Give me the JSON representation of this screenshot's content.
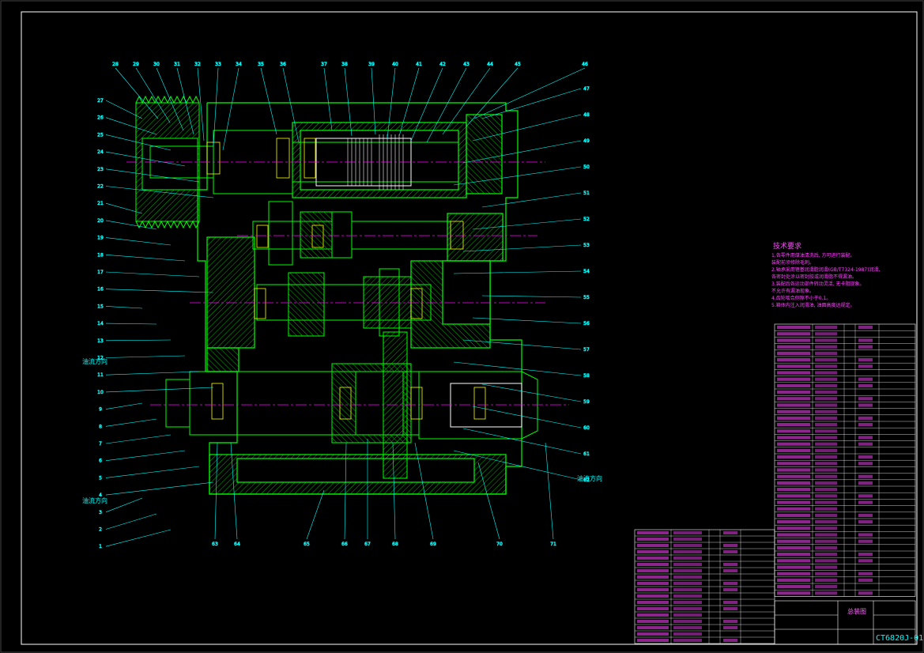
{
  "drawing": {
    "number": "CT6820J-01",
    "title": "总装图"
  },
  "technical_requirements": {
    "title": "技术要求",
    "items": [
      "1.各零件用煤油清洗后, 方可进行装配。",
      "  装配前须修除毛刺。",
      "2.轴承采用锂基润滑脂润滑(GB/T7324-1987)润滑,",
      "  各密封处涂以密封胶或润滑脂不得漏油。",
      "3.装配后各运动部件转动灵活, 无卡阻现象。",
      "  不允许有漏油现象。",
      "4.齿轮啮合侧隙不小于0.1。",
      "5.箱体内注入润滑油, 油面高度达规定。"
    ]
  },
  "annotations": [
    {
      "id": "oil-in",
      "text": "油流方向"
    },
    {
      "id": "oil-out-left",
      "text": "油流方向"
    },
    {
      "id": "oil-out-right",
      "text": "油流方向"
    }
  ],
  "balloons_top": [
    "28",
    "29",
    "30",
    "31",
    "32",
    "33",
    "34",
    "35",
    "36",
    "37",
    "38",
    "39",
    "40",
    "41",
    "42",
    "43",
    "44",
    "45",
    "46"
  ],
  "balloons_left": [
    "27",
    "26",
    "25",
    "24",
    "23",
    "22",
    "21",
    "20",
    "19",
    "18",
    "17",
    "16",
    "15",
    "14",
    "13",
    "12",
    "11",
    "10",
    "9",
    "8",
    "7",
    "6",
    "5",
    "4",
    "3",
    "2",
    "1"
  ],
  "balloons_right": [
    "47",
    "48",
    "49",
    "50",
    "51",
    "52",
    "53",
    "54",
    "55",
    "56",
    "57",
    "58",
    "59",
    "60",
    "61",
    "62"
  ],
  "balloons_bottom": [
    "63",
    "64",
    "65",
    "66",
    "67",
    "68",
    "69",
    "70",
    "71"
  ],
  "colors": {
    "frame": "#ffffff",
    "part_outline": "#00ff00",
    "hatch": "#00ff00",
    "leader": "#00ffff",
    "centerline": "#ff00ff",
    "bearing": "#ffff00",
    "table_text": "#ff44ff",
    "table_lines": "#ffffff"
  }
}
